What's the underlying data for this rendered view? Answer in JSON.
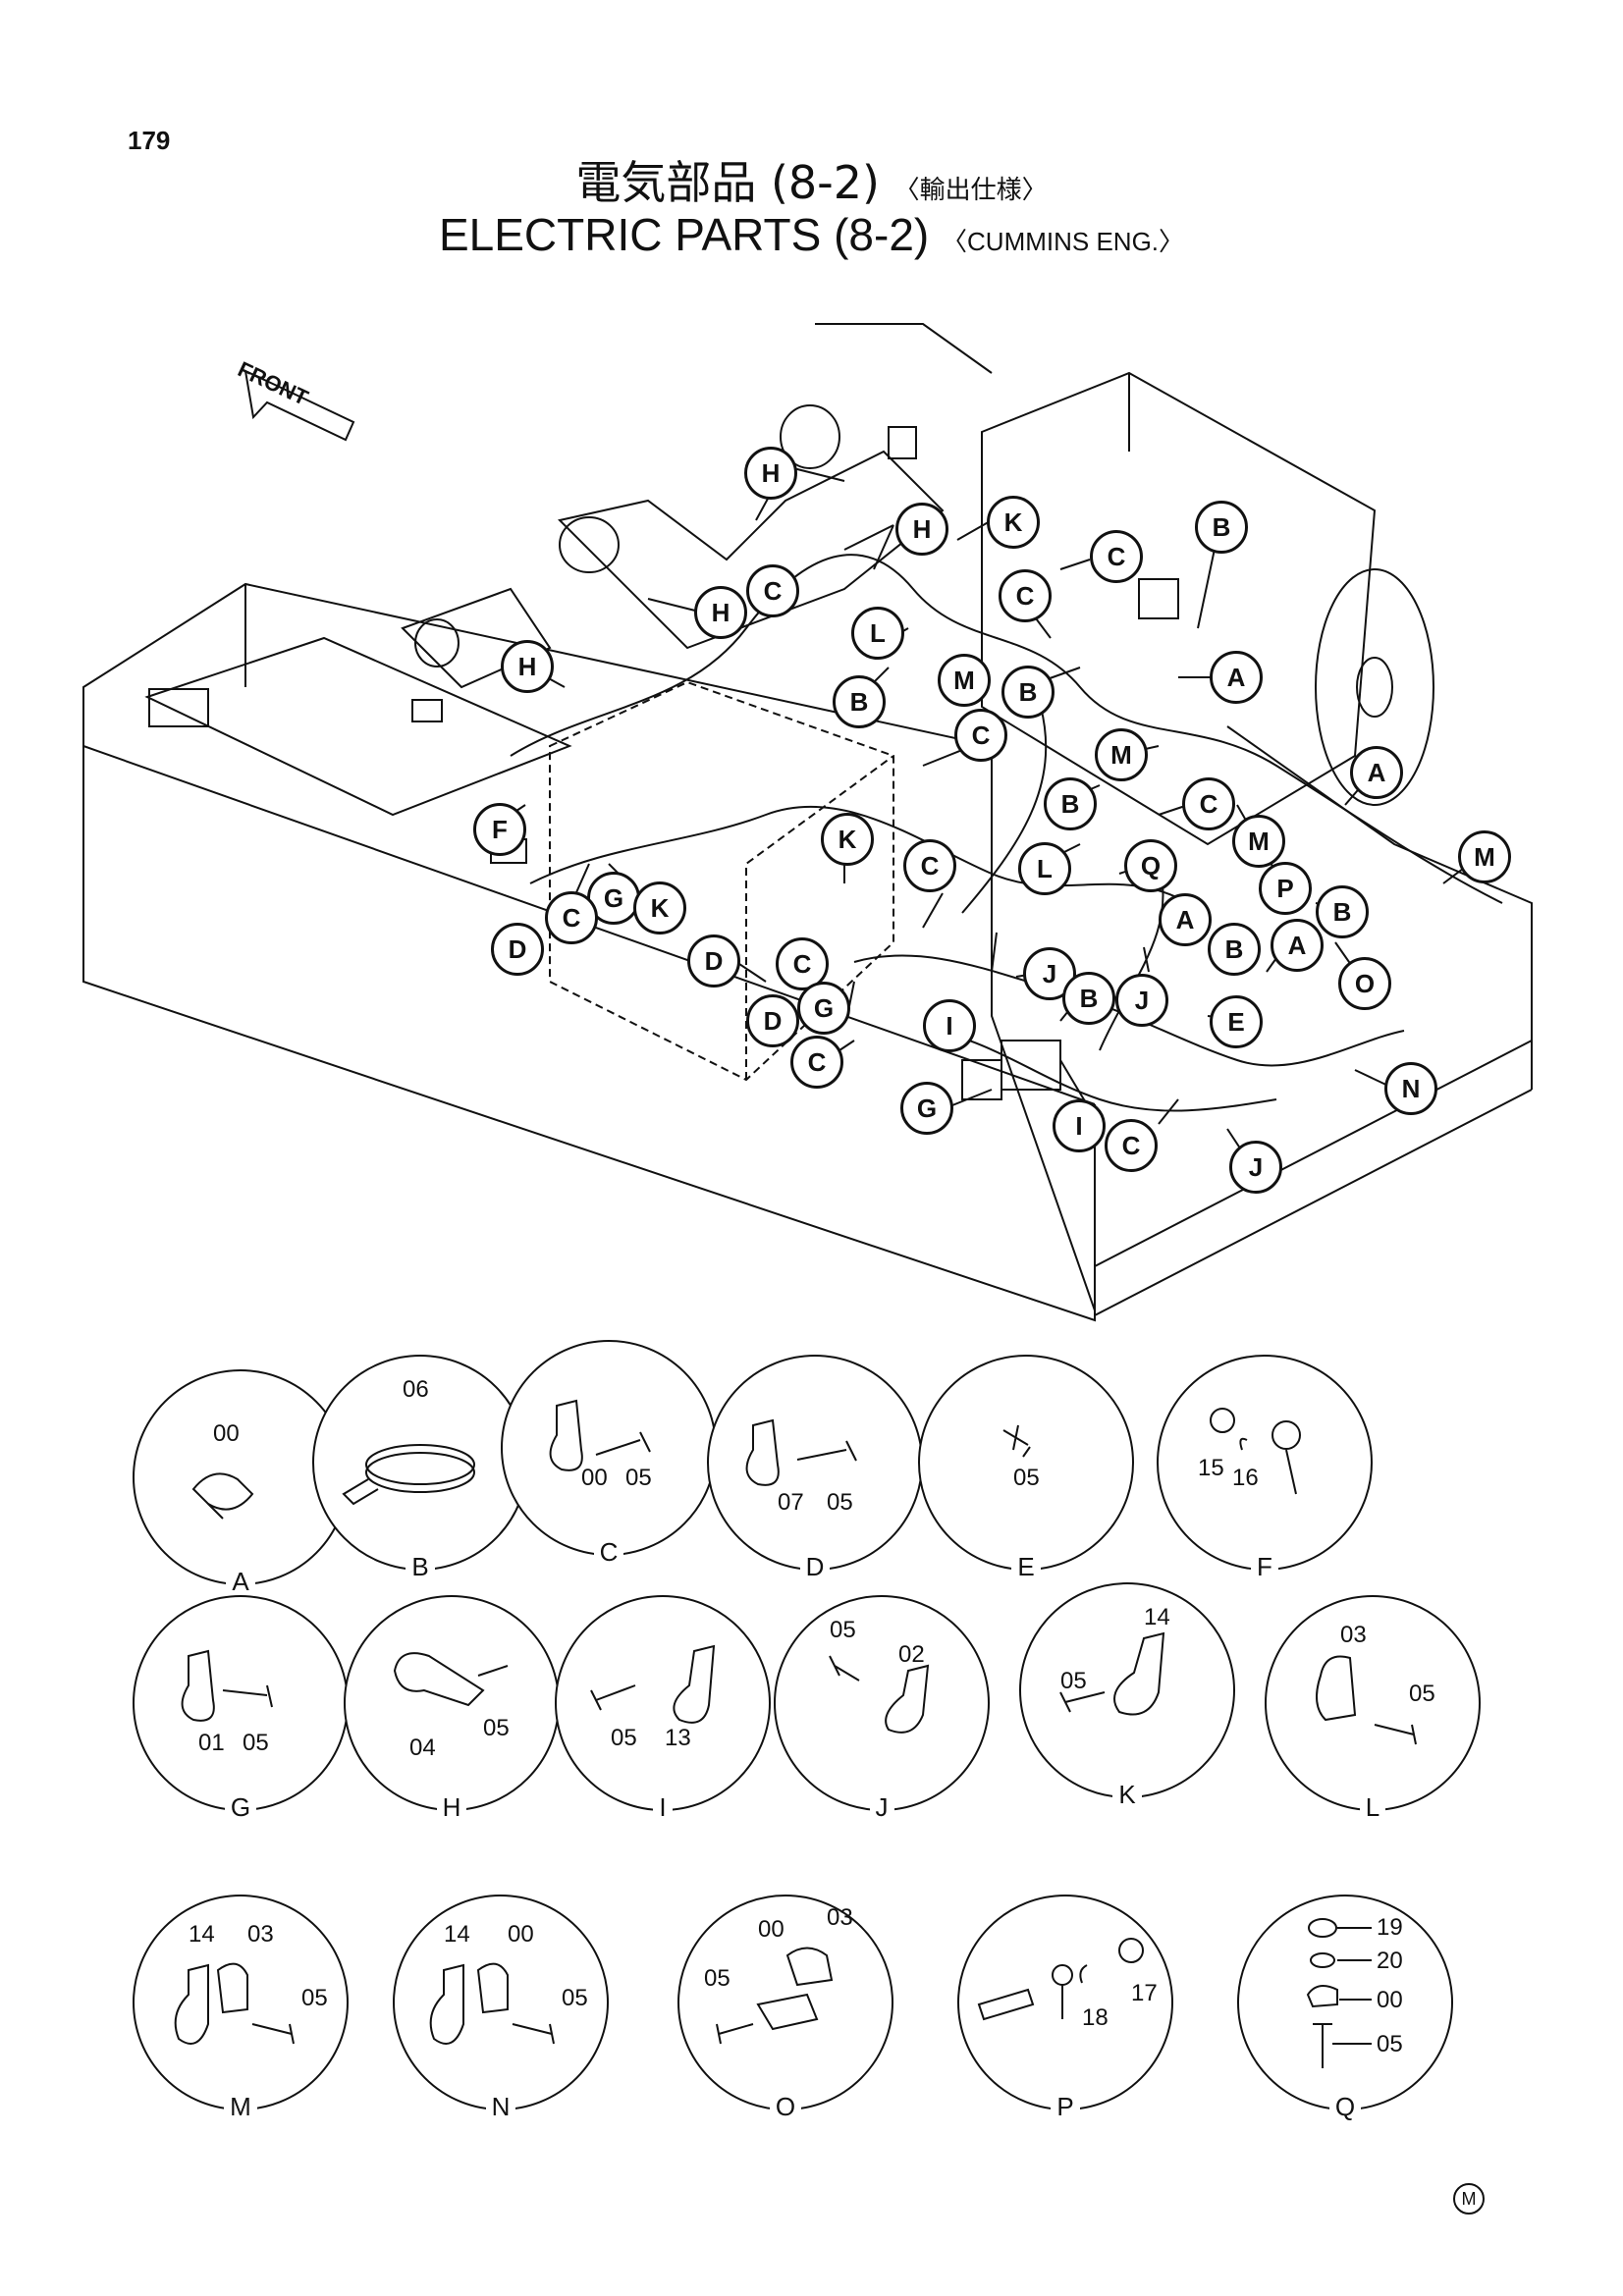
{
  "page_number": "179",
  "title": {
    "jp_main": "電気部品 (8-2)",
    "jp_sub": "〈輸出仕様〉",
    "en_main": "ELECTRIC PARTS (8-2)",
    "en_sub": "〈CUMMINS ENG.〉"
  },
  "front_label": "FRONT",
  "corner_mark": "M",
  "callouts": [
    {
      "id": "c1",
      "label": "H"
    },
    {
      "id": "c2",
      "label": "H"
    },
    {
      "id": "c3",
      "label": "K"
    },
    {
      "id": "c4",
      "label": "B"
    },
    {
      "id": "c5",
      "label": "C"
    },
    {
      "id": "c6",
      "label": "C"
    },
    {
      "id": "c7",
      "label": "C"
    },
    {
      "id": "c8",
      "label": "H"
    },
    {
      "id": "c9",
      "label": "L"
    },
    {
      "id": "c10",
      "label": "B"
    },
    {
      "id": "c11",
      "label": "M"
    },
    {
      "id": "c12",
      "label": "B"
    },
    {
      "id": "c13",
      "label": "A"
    },
    {
      "id": "c14",
      "label": "H"
    },
    {
      "id": "c15",
      "label": "C"
    },
    {
      "id": "c16",
      "label": "M"
    },
    {
      "id": "c17",
      "label": "A"
    },
    {
      "id": "c18",
      "label": "F"
    },
    {
      "id": "c19",
      "label": "B"
    },
    {
      "id": "c20",
      "label": "C"
    },
    {
      "id": "c21",
      "label": "M"
    },
    {
      "id": "c22",
      "label": "M"
    },
    {
      "id": "c23",
      "label": "K"
    },
    {
      "id": "c24",
      "label": "Q"
    },
    {
      "id": "c25",
      "label": "C"
    },
    {
      "id": "c26",
      "label": "G"
    },
    {
      "id": "c27",
      "label": "K"
    },
    {
      "id": "c28",
      "label": "C"
    },
    {
      "id": "c29",
      "label": "L"
    },
    {
      "id": "c30",
      "label": "P"
    },
    {
      "id": "c31",
      "label": "B"
    },
    {
      "id": "c32",
      "label": "D"
    },
    {
      "id": "c33",
      "label": "D"
    },
    {
      "id": "c34",
      "label": "A"
    },
    {
      "id": "c35",
      "label": "C"
    },
    {
      "id": "c36",
      "label": "B"
    },
    {
      "id": "c37",
      "label": "A"
    },
    {
      "id": "c38",
      "label": "O"
    },
    {
      "id": "c39",
      "label": "J"
    },
    {
      "id": "c40",
      "label": "D"
    },
    {
      "id": "c41",
      "label": "G"
    },
    {
      "id": "c42",
      "label": "B"
    },
    {
      "id": "c43",
      "label": "J"
    },
    {
      "id": "c44",
      "label": "I"
    },
    {
      "id": "c45",
      "label": "E"
    },
    {
      "id": "c46",
      "label": "C"
    },
    {
      "id": "c47",
      "label": "N"
    },
    {
      "id": "c48",
      "label": "G"
    },
    {
      "id": "c49",
      "label": "I"
    },
    {
      "id": "c50",
      "label": "C"
    },
    {
      "id": "c51",
      "label": "J"
    }
  ],
  "details": [
    {
      "letter": "A",
      "numbers": [
        "00"
      ]
    },
    {
      "letter": "B",
      "numbers": [
        "06"
      ]
    },
    {
      "letter": "C",
      "numbers": [
        "00",
        "05"
      ]
    },
    {
      "letter": "D",
      "numbers": [
        "07",
        "05"
      ]
    },
    {
      "letter": "E",
      "numbers": [
        "05"
      ]
    },
    {
      "letter": "F",
      "numbers": [
        "15",
        "16"
      ]
    },
    {
      "letter": "G",
      "numbers": [
        "01",
        "05"
      ]
    },
    {
      "letter": "H",
      "numbers": [
        "04",
        "05"
      ]
    },
    {
      "letter": "I",
      "numbers": [
        "05",
        "13"
      ]
    },
    {
      "letter": "J",
      "numbers": [
        "05",
        "02"
      ]
    },
    {
      "letter": "K",
      "numbers": [
        "14",
        "05"
      ]
    },
    {
      "letter": "L",
      "numbers": [
        "03",
        "05"
      ]
    },
    {
      "letter": "M",
      "numbers": [
        "14",
        "03",
        "05"
      ]
    },
    {
      "letter": "N",
      "numbers": [
        "14",
        "00",
        "05"
      ]
    },
    {
      "letter": "O",
      "numbers": [
        "00",
        "03",
        "05"
      ]
    },
    {
      "letter": "P",
      "numbers": [
        "18",
        "17"
      ]
    },
    {
      "letter": "Q",
      "numbers": [
        "19",
        "20",
        "00",
        "05"
      ]
    }
  ]
}
